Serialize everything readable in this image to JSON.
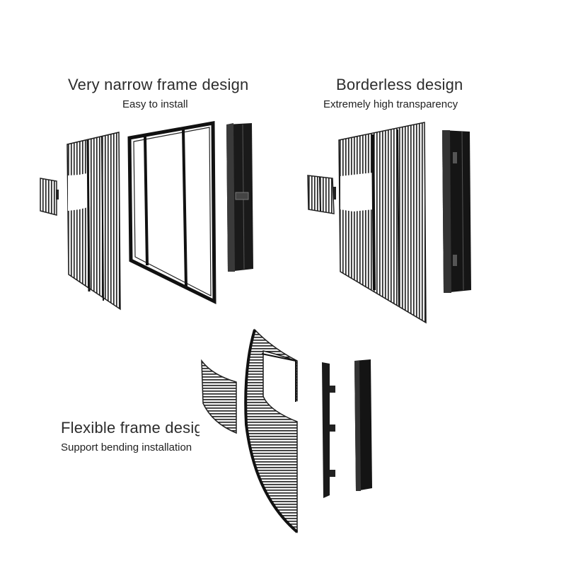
{
  "sections": {
    "narrow": {
      "title": "Very narrow frame design",
      "subtitle": "Easy to install"
    },
    "borderless": {
      "title": "Borderless design",
      "subtitle": "Extremely high transparency"
    },
    "flexible": {
      "title": "Flexible frame design",
      "subtitle": "Support bending installation"
    }
  },
  "colors": {
    "panel": "#1c1c1c",
    "panel_fill": "#8a8a8a",
    "frame": "#111111",
    "text": "#2d2d2d"
  }
}
